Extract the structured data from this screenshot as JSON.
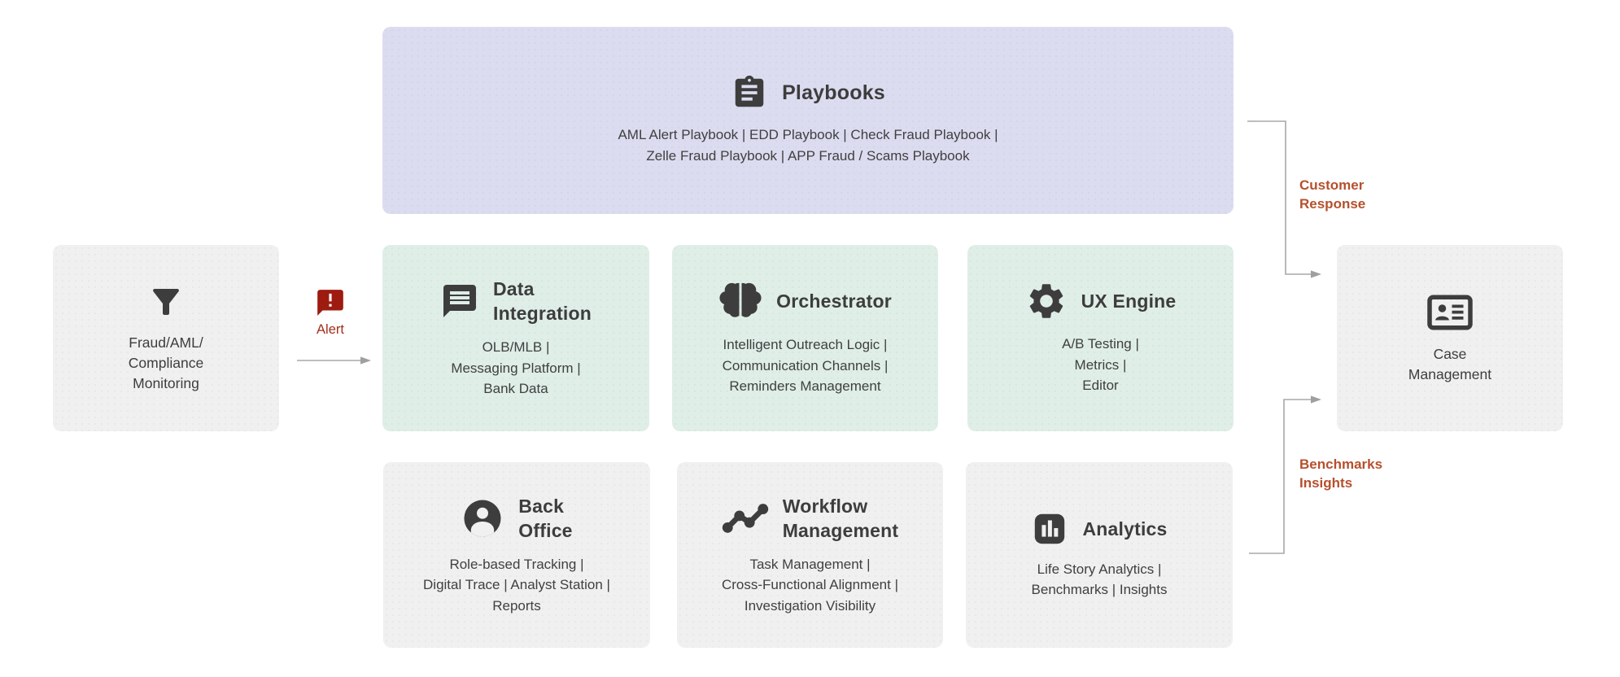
{
  "colors": {
    "playbooks_bg": "#dcdcf1",
    "mint_bg": "#dfeee7",
    "gray_bg": "#f0f0f0",
    "icon_dark": "#3d3d3d",
    "alert_red": "#9e1b10",
    "flow_label_orange": "#b6502d",
    "connector_gray": "#a8a8a8"
  },
  "playbooks": {
    "title": "Playbooks",
    "lines": [
      "AML Alert Playbook | EDD Playbook | Check Fraud Playbook |",
      "Zelle Fraud Playbook | APP Fraud / Scams Playbook"
    ]
  },
  "monitoring": {
    "lines": [
      "Fraud/AML/",
      "Compliance",
      "Monitoring"
    ]
  },
  "alert": {
    "label": "Alert"
  },
  "data_integration": {
    "title_lines": [
      "Data",
      "Integration"
    ],
    "lines": [
      "OLB/MLB |",
      "Messaging Platform |",
      "Bank Data"
    ]
  },
  "orchestrator": {
    "title": "Orchestrator",
    "lines": [
      "Intelligent Outreach Logic |",
      "Communication Channels |",
      "Reminders Management"
    ]
  },
  "ux_engine": {
    "title": "UX Engine",
    "lines": [
      "A/B Testing |",
      "Metrics |",
      "Editor"
    ]
  },
  "case_management": {
    "lines": [
      "Case",
      "Management"
    ]
  },
  "back_office": {
    "title_lines": [
      "Back",
      "Office"
    ],
    "lines": [
      "Role-based Tracking |",
      "Digital Trace | Analyst Station |",
      "Reports"
    ]
  },
  "workflow_management": {
    "title_lines": [
      "Workflow",
      "Management"
    ],
    "lines": [
      "Task Management |",
      "Cross-Functional Alignment |",
      "Investigation Visibility"
    ]
  },
  "analytics": {
    "title": "Analytics",
    "lines": [
      "Life Story Analytics |",
      "Benchmarks | Insights"
    ]
  },
  "flow_labels": {
    "customer_response": {
      "lines": [
        "Customer",
        "Response"
      ]
    },
    "benchmarks_insights": {
      "lines": [
        "Benchmarks",
        "Insights"
      ]
    }
  }
}
